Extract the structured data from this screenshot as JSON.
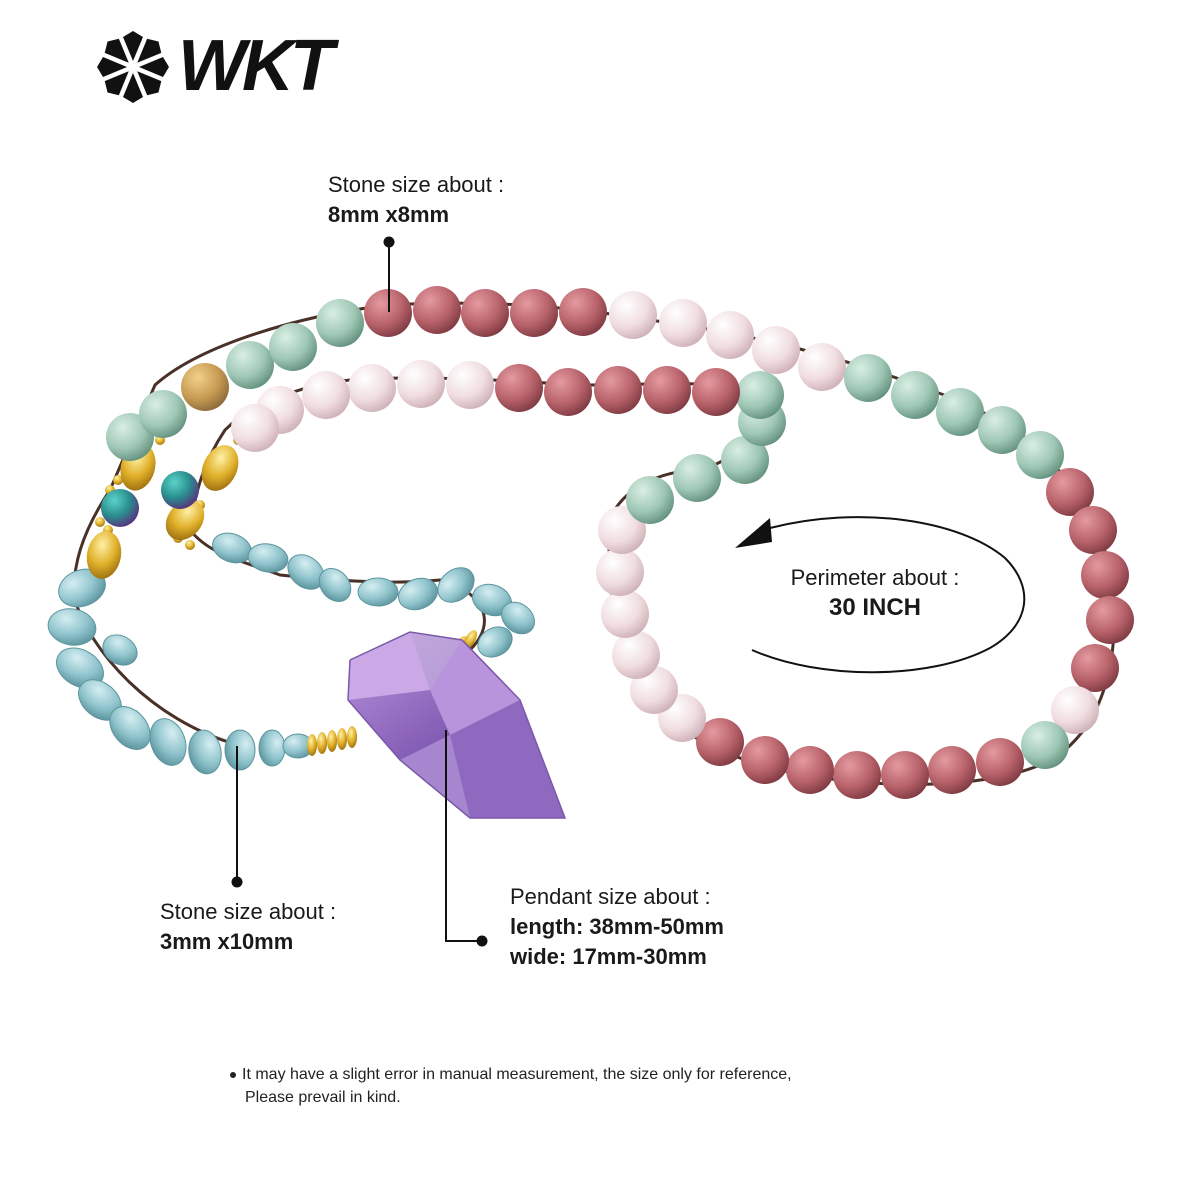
{
  "brand": {
    "name": "WKT",
    "logo_icon": "snowflake-star-icon"
  },
  "labels": {
    "top_stone": {
      "line1": "Stone size about :",
      "line2": "8mm x8mm"
    },
    "chip_stone": {
      "line1": "Stone size about :",
      "line2": "3mm x10mm"
    },
    "pendant": {
      "line1": "Pendant size about :",
      "line2": "length: 38mm-50mm",
      "line3": "wide: 17mm-30mm"
    },
    "perimeter": {
      "line1": "Perimeter about :",
      "line2": "30 INCH"
    }
  },
  "note": {
    "line1": "It may have a slight error in manual measurement, the size only for reference,",
    "line2": "Please prevail in kind."
  },
  "colors": {
    "rhodonite": "#b8626a",
    "rose_quartz": "#f0dde0",
    "amazonite": "#9fc7b5",
    "aquamarine": "#8fc3cc",
    "gold": "#d9a823",
    "amethyst": "#a98bd0",
    "cord": "#4a3128"
  }
}
